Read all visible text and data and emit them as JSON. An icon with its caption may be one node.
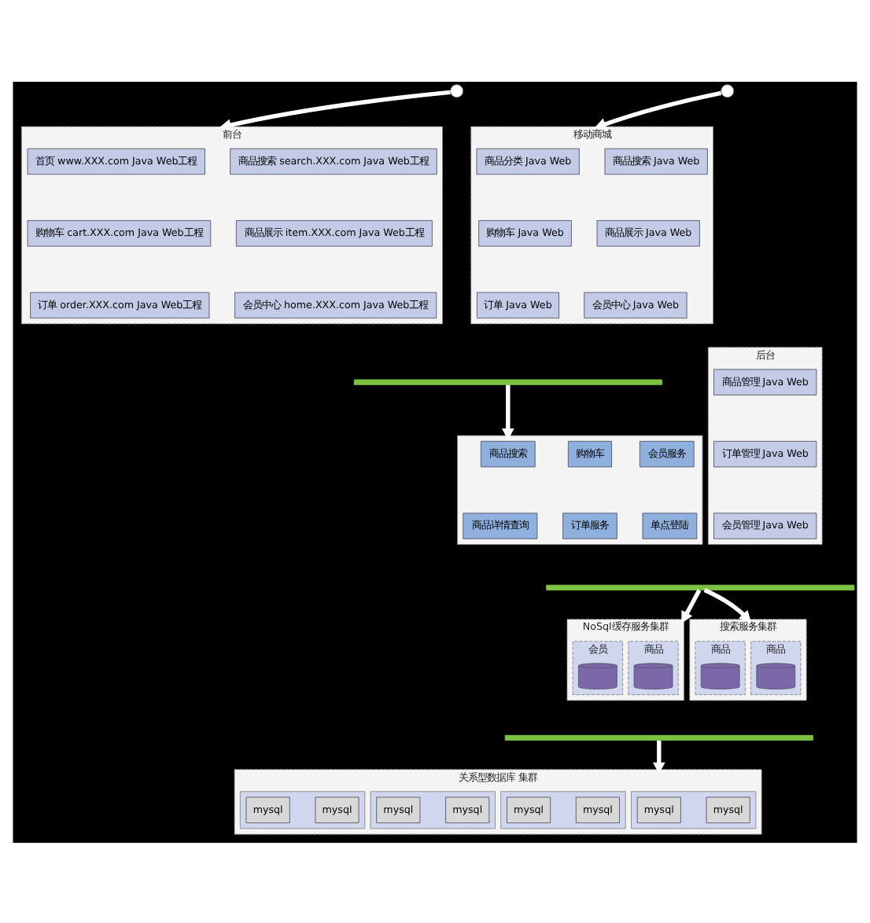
{
  "diagram": {
    "nodes": [
      {
        "text": [],
        "shape": "person"
      },
      {
        "text": [],
        "shape": "person"
      },
      {
        "text": [
          "前台"
        ]
      },
      {
        "text": [
          "首页 www.XXX.com Java Web工程"
        ],
        "in": 2
      },
      {
        "text": [
          "商品搜索 search.XXX.com Java Web工程"
        ],
        "in": 2
      },
      {
        "text": [
          "购物车 cart.XXX.com Java Web工程"
        ],
        "in": 2
      },
      {
        "text": [
          "商品展示 item.XXX.com Java Web工程"
        ],
        "in": 2
      },
      {
        "text": [
          "订单 order.XXX.com Java Web工程"
        ],
        "in": 2
      },
      {
        "text": [
          "会员中心 home.XXX.com Java Web工程"
        ],
        "in": 2
      },
      {
        "text": [
          "移动商城"
        ]
      },
      {
        "text": [
          "商品分类 Java Web"
        ],
        "in": 9
      },
      {
        "text": [
          "商品搜索 Java Web"
        ],
        "in": 9
      },
      {
        "text": [
          "购物车 Java Web"
        ],
        "in": 9
      },
      {
        "text": [
          "商品展示 Java Web"
        ],
        "in": 9
      },
      {
        "text": [
          "订单 Java Web"
        ],
        "in": 9
      },
      {
        "text": [
          "会员中心 Java Web"
        ],
        "in": 9
      },
      {
        "text": [],
        "shape": "bar"
      },
      {
        "text": [],
        "shape": "box"
      },
      {
        "text": [
          "商品搜索"
        ],
        "in": 17
      },
      {
        "text": [
          "购物车"
        ],
        "in": 17
      },
      {
        "text": [
          "会员服务"
        ],
        "in": 17
      },
      {
        "text": [
          "商品详情查询"
        ],
        "in": 17
      },
      {
        "text": [
          "订单服务"
        ],
        "in": 17
      },
      {
        "text": [
          "单点登陆"
        ],
        "in": 17
      },
      {
        "text": [
          "后台"
        ]
      },
      {
        "text": [
          "商品管理 Java Web"
        ],
        "in": 24
      },
      {
        "text": [
          "订单管理 Java Web"
        ],
        "in": 24
      },
      {
        "text": [
          "会员管理 Java Web"
        ],
        "in": 24
      },
      {
        "text": [],
        "shape": "bar"
      },
      {
        "text": [
          "NoSql缓存服务集群"
        ]
      },
      {
        "text": [
          "商品"
        ],
        "in": 29
      },
      {
        "text": [],
        "shape": "cylinder",
        "in": 30
      },
      {
        "text": [
          "会员"
        ],
        "in": 29
      },
      {
        "text": [],
        "shape": "cylinder",
        "in": 32
      },
      {
        "text": [
          "搜索服务集群"
        ]
      },
      {
        "text": [
          "商品"
        ],
        "in": 34
      },
      {
        "text": [],
        "shape": "cylinder",
        "in": 35
      },
      {
        "text": [
          "商品"
        ],
        "in": 34
      },
      {
        "text": [],
        "shape": "cylinder",
        "in": 37
      },
      {
        "text": [],
        "shape": "bar"
      },
      {
        "text": [
          "关系型数据库 集群"
        ]
      },
      {
        "text": [],
        "shape": "box",
        "in": 40
      },
      {
        "text": [
          "mysql"
        ],
        "in": 41
      },
      {
        "text": [
          "mysql"
        ],
        "in": 41
      },
      {
        "text": [],
        "shape": "box",
        "in": 40
      },
      {
        "text": [
          "mysql"
        ],
        "in": 44
      },
      {
        "text": [
          "mysql"
        ],
        "in": 44
      },
      {
        "text": [],
        "shape": "box",
        "in": 40
      },
      {
        "text": [
          "mysql"
        ],
        "in": 47
      },
      {
        "text": [
          "mysql"
        ],
        "in": 47
      },
      {
        "text": [],
        "shape": "box",
        "in": 40
      },
      {
        "text": [
          "mysql"
        ],
        "in": 50
      },
      {
        "text": [
          "mysql"
        ],
        "in": 50
      }
    ],
    "edges": [
      {
        "from": 0,
        "to": 2,
        "arrow": "to"
      },
      {
        "from": 1,
        "to": 9,
        "arrow": "to"
      },
      {
        "from": 16,
        "to": 17,
        "arrow": "to"
      },
      {
        "from": 28,
        "to": 29,
        "arrow": "to"
      },
      {
        "from": 28,
        "to": 34,
        "arrow": "to"
      },
      {
        "from": 39,
        "to": 40,
        "arrow": "to"
      }
    ]
  }
}
